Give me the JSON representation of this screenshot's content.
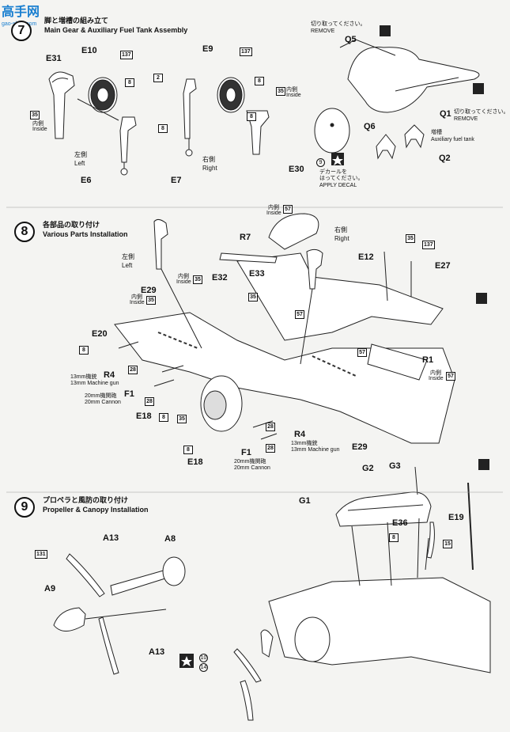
{
  "watermark": {
    "text": "高手网",
    "url": "gao-shou.com"
  },
  "step7": {
    "number": "7",
    "title_jp": "脚と増槽の組み立て",
    "title_en": "Main Gear & Auxiliary Fuel Tank Assembly",
    "parts": {
      "E31": "E31",
      "E10": "E10",
      "E9": "E9",
      "E6": "E6",
      "E7": "E7",
      "E30": "E30",
      "Q5": "Q5",
      "Q6": "Q6",
      "Q1": "Q1",
      "Q2": "Q2"
    },
    "boxes": {
      "b137a": "137",
      "b8a": "8",
      "b2": "2",
      "b8b": "8",
      "b35a": "35",
      "b137b": "137",
      "b8c": "8",
      "b35b": "35",
      "b8d": "8"
    },
    "labels": {
      "inside_jp": "内側",
      "inside_en": "Inside",
      "left_jp": "左側",
      "left_en": "Left",
      "right_jp": "右側",
      "right_en": "Right",
      "inside2_jp": "内側",
      "inside2_en": "Inside",
      "remove1_jp": "切り取ってください。",
      "remove1_en": "REMOVE",
      "remove2_jp": "切り取ってください。",
      "remove2_en": "REMOVE",
      "tank_jp": "増槽",
      "tank_en": "Auxiliary fuel tank",
      "decal_num": "9",
      "decal_jp1": "デカールを",
      "decal_jp2": "はってください。",
      "decal_en": "APPLY DECAL"
    }
  },
  "step8": {
    "number": "8",
    "title_jp": "各部品の取り付け",
    "title_en": "Various Parts Installation",
    "parts": {
      "R7": "R7",
      "E32": "E32",
      "E33": "E33",
      "E29a": "E29",
      "E20": "E20",
      "R4a": "R4",
      "F1a": "F1",
      "E18a": "E18",
      "E12": "E12",
      "E27": "E27",
      "R1": "R1",
      "R4b": "R4",
      "F1b": "F1",
      "E18b": "E18",
      "E29b": "E29"
    },
    "boxes": {
      "b57a": "57",
      "b35c": "35",
      "b35d": "35",
      "b35e": "35",
      "b57b": "57",
      "b35f": "35",
      "b137c": "137",
      "b8e": "8",
      "b28a": "28",
      "b28b": "28",
      "b8f": "8",
      "b35g": "35",
      "b57c": "57",
      "b57d": "57",
      "b28c": "28",
      "b28d": "28",
      "b8g": "8"
    },
    "labels": {
      "left_jp": "左側",
      "left_en": "Left",
      "right_jp": "右側",
      "right_en": "Right",
      "inside_a_jp": "内側",
      "inside_a_en": "Inside",
      "inside_b_jp": "内側",
      "inside_b_en": "Inside",
      "inside_c_jp": "内側",
      "inside_c_en": "Inside",
      "inside_d_jp": "内側",
      "inside_d_en": "Inside",
      "mg_a_jp": "13mm機銃",
      "mg_a_en": "13mm Machine gun",
      "cn_a_jp": "20mm機関砲",
      "cn_a_en": "20mm Cannon",
      "mg_b_jp": "13mm機銃",
      "mg_b_en": "13mm Machine gun",
      "cn_b_jp": "20mm機関砲",
      "cn_b_en": "20mm Cannon"
    }
  },
  "step9": {
    "number": "9",
    "title_jp": "プロペラと風防の取り付け",
    "title_en": "Propeller & Canopy Installation",
    "parts": {
      "A13a": "A13",
      "A8": "A8",
      "A9": "A9",
      "A13b": "A13",
      "G1": "G1",
      "G2": "G2",
      "G3": "G3",
      "E36": "E36",
      "E19": "E19"
    },
    "boxes": {
      "b131": "131",
      "b8h": "8",
      "b15": "15",
      "b10": "10",
      "b14": "14"
    }
  }
}
